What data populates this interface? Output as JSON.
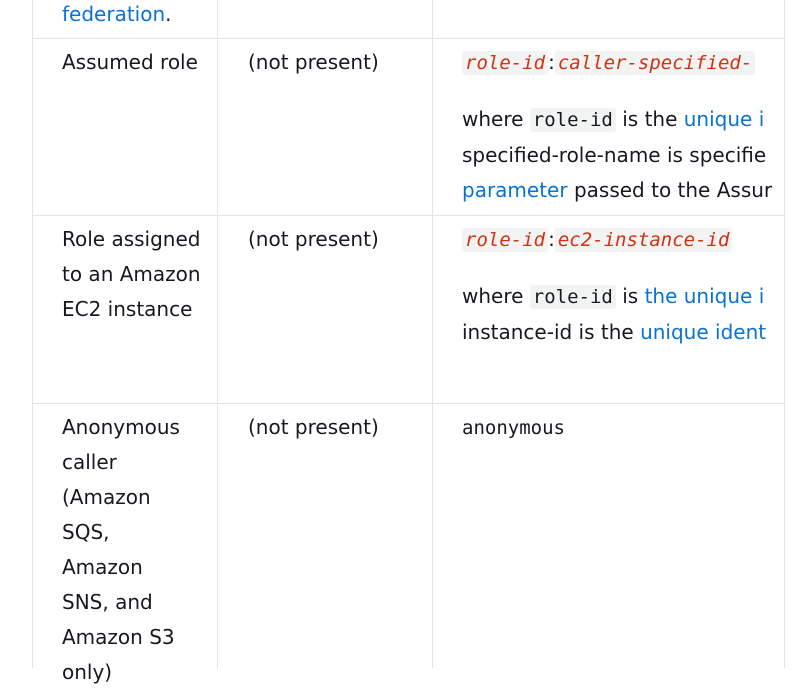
{
  "prev_row": {
    "link": "federation",
    "suffix": "."
  },
  "rows": [
    {
      "principal": "Assumed role",
      "user_id": "(not present)",
      "format": {
        "var1": "role-id",
        "sep": ":",
        "var2": "caller-specified-"
      },
      "desc": {
        "where": "where",
        "code": "role-id",
        "is_the": "is the",
        "link1": "unique i",
        "line2": "specified-role-name is specifie",
        "link2": "parameter",
        "line3": "passed to the Assur"
      }
    },
    {
      "principal": "Role assigned to an Amazon EC2 instance",
      "user_id": "(not present)",
      "format": {
        "var1": "role-id",
        "sep": ":",
        "var2": "ec2-instance-id"
      },
      "desc": {
        "where": "where",
        "code": "role-id",
        "is": "is",
        "link1": "the unique i",
        "line2": "instance-id is the",
        "link2": "unique ident"
      }
    },
    {
      "principal": "Anonymous caller (Amazon SQS, Amazon SNS, and Amazon S3 only)",
      "user_id": "(not present)",
      "format": {
        "plain": "anonymous"
      }
    }
  ],
  "colors": {
    "link": "#0972d3",
    "code_var": "#d13212",
    "code_bg": "#f2f3f3",
    "border": "#e1e4e6"
  }
}
